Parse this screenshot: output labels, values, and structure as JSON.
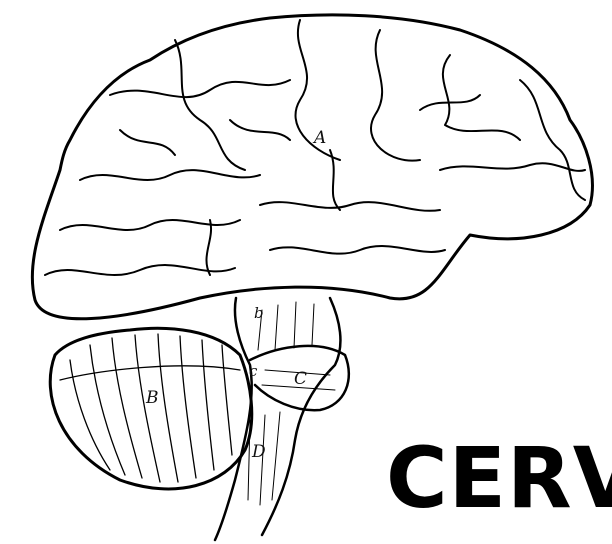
{
  "labels": {
    "a": "A",
    "b": "B",
    "c": "C",
    "d": "D",
    "lower_b": "b",
    "lower_c": "c"
  },
  "caption": "CERV",
  "colors": {
    "ink": "#000000",
    "paper": "#ffffff"
  }
}
